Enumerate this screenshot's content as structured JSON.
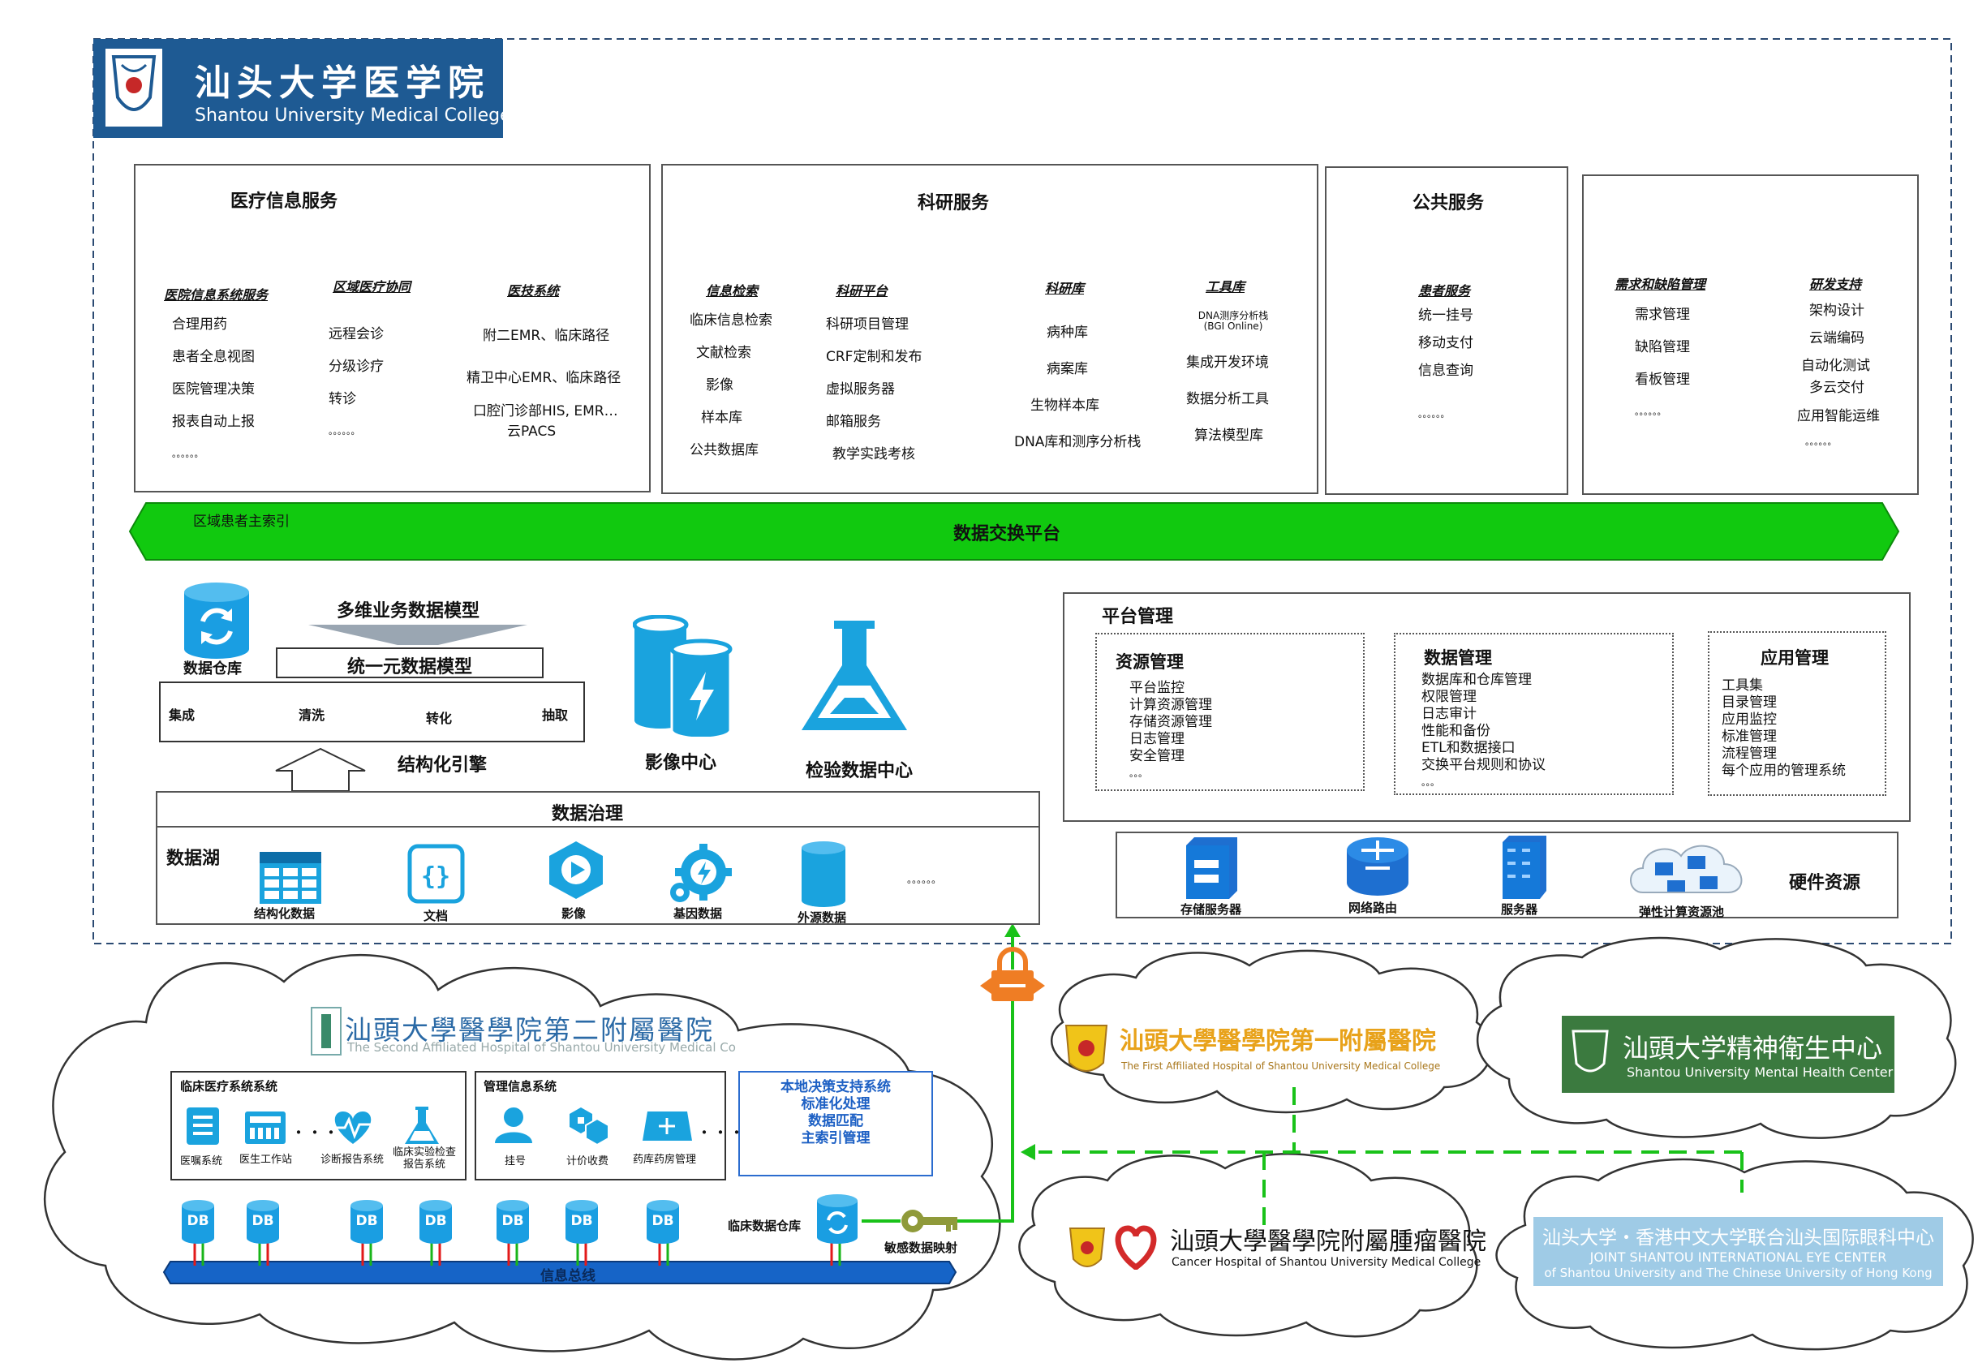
{
  "header": {
    "logo_cn": "汕头大学医学院",
    "logo_en": "Shantou University Medical College"
  },
  "services": {
    "medical": {
      "title": "医疗信息服务",
      "groups": [
        {
          "title": "医院信息系统服务",
          "items": [
            "合理用药",
            "患者全息视图",
            "医院管理决策",
            "报表自动上报",
            "。。。。。。"
          ]
        },
        {
          "title": "区域医疗协同",
          "items": [
            "远程会诊",
            "分级诊疗",
            "转诊",
            "。。。。。。"
          ]
        },
        {
          "title": "医技系统",
          "items": [
            "附二EMR、临床路径",
            "精卫中心EMR、临床路径",
            "口腔门诊部HIS, EMR…",
            "云PACS"
          ]
        }
      ]
    },
    "research": {
      "title": "科研服务",
      "groups": [
        {
          "title": "信息检索",
          "items": [
            "临床信息检索",
            "文献检索",
            "影像",
            "样本库",
            "公共数据库"
          ]
        },
        {
          "title": "科研平台",
          "items": [
            "科研项目管理",
            "CRF定制和发布",
            "虚拟服务器",
            "邮箱服务",
            "教学实践考核"
          ]
        },
        {
          "title": "科研库",
          "items": [
            "病种库",
            "病案库",
            "生物样本库",
            "DNA库和测序分析栈"
          ]
        },
        {
          "title": "工具库",
          "items": [
            "DNA测序分析栈",
            "(BGI Online)",
            "集成开发环境",
            "数据分析工具",
            "算法模型库"
          ]
        }
      ]
    },
    "public": {
      "title": "公共服务",
      "groups": [
        {
          "title": "患者服务",
          "items": [
            "统一挂号",
            "移动支付",
            "信息查询",
            "。。。。。。"
          ]
        }
      ]
    },
    "devsupport": {
      "title": "研发支持服务",
      "groups": [
        {
          "title": "需求和缺陷管理",
          "items": [
            "需求管理",
            "缺陷管理",
            "看板管理",
            "。。。。。。"
          ]
        },
        {
          "title": "研发支持",
          "items": [
            "架构设计",
            "云端编码",
            "自动化测试",
            "多云交付",
            "应用智能运维",
            "。。。。。。"
          ]
        }
      ]
    }
  },
  "exchange": {
    "title": "数据交换平台",
    "sublabel": "区域患者主索引"
  },
  "warehouse": {
    "icon_label": "数据仓库",
    "model_multi": "多维业务数据模型",
    "model_unified": "统一元数据模型",
    "flow": [
      "集成",
      "清洗",
      "转化",
      "抽取"
    ],
    "engine": "结构化引擎",
    "imaging_center": "影像中心",
    "lab_center": "检验数据中心"
  },
  "governance": {
    "title": "数据治理",
    "lake_label": "数据湖",
    "items": [
      "结构化数据",
      "文档",
      "影像",
      "基因数据",
      "外源数据",
      "。。。。。。"
    ]
  },
  "platform": {
    "title": "平台管理",
    "resource": {
      "title": "资源管理",
      "items": [
        "平台监控",
        "计算资源管理",
        "存储资源管理",
        "日志管理",
        "安全管理",
        "。。。"
      ]
    },
    "data": {
      "title": "数据管理",
      "items": [
        "数据库和仓库管理",
        "权限管理",
        "日志审计",
        "性能和备份",
        "ETL和数据接口",
        "交换平台规则和协议",
        "。。。"
      ]
    },
    "app": {
      "title": "应用管理",
      "items": [
        "工具集",
        "目录管理",
        "应用监控",
        "标准管理",
        "流程管理",
        "每个应用的管理系统"
      ]
    }
  },
  "hardware": {
    "title": "硬件资源",
    "items": [
      "存储服务器",
      "网络路由",
      "服务器",
      "弹性计算资源池"
    ]
  },
  "hospital2": {
    "name_cn": "汕頭大學醫學院第二附屬醫院",
    "name_en": "The Second Affiliated Hospital of Shantou University Medical Co",
    "clinical": {
      "title": "临床医疗系统系统",
      "items": [
        "医嘱系统",
        "医生工作站",
        "诊断报告系统",
        "临床实验检查报告系统"
      ]
    },
    "management": {
      "title": "管理信息系统",
      "items": [
        "挂号",
        "计价收费",
        "药库药房管理"
      ]
    },
    "decision": [
      "本地决策支持系统",
      "标准化处理",
      "数据匹配",
      "主索引管理"
    ],
    "db_label": "DB",
    "warehouse_label": "临床数据仓库",
    "sensitive_label": "敏感数据映射",
    "bus_label": "信息总线"
  },
  "hospital1": {
    "name_cn": "汕頭大學醫學院第一附屬醫院",
    "name_en": "The First Affiliated Hospital of Shantou University Medical College"
  },
  "mental": {
    "name_cn": "汕頭大学精神衛生中心",
    "name_en": "Shantou University Mental Health Center"
  },
  "cancer": {
    "name_cn": "汕頭大學醫學院附屬腫瘤醫院",
    "name_en": "Cancer Hospital of Shantou University Medical College"
  },
  "eye": {
    "name_cn": "汕头大学・香港中文大学联合汕头国际眼科中心",
    "name_en1": "JOINT  SHANTOU  INTERNATIONAL  EYE  CENTER",
    "name_en2": "of Shantou University and The Chinese University of Hong Kong"
  }
}
